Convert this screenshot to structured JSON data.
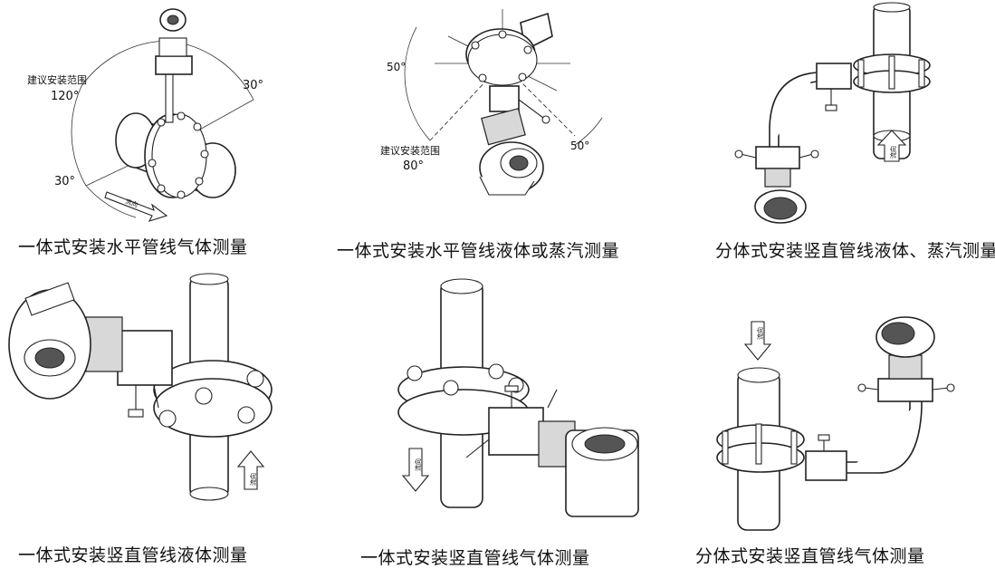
{
  "captions": [
    "一体式安装水平管线气体测量",
    "一体式安装水平管线液体或蒸汽测量",
    "分体式安装竖直管线液体、蒸汽测量",
    "一体式安装竖直管线液体测量",
    "一体式安装竖直管线气体测量",
    "分体式安装竖直管线气体测量"
  ],
  "panel1": {
    "range_label": "建议安装范围",
    "range_value": "120°",
    "angle_top": "30°",
    "angle_bottom": "30°",
    "flow_label": "流向"
  },
  "panel2": {
    "angle_left": "50°",
    "angle_right": "50°",
    "range_label": "建议安装范围",
    "range_value": "80°"
  },
  "panel3": {
    "flow_label": "流向"
  },
  "panel4": {
    "flow_label": "流向"
  },
  "panel5": {
    "flow_label": "流向"
  },
  "panel6": {
    "flow_label": "流向"
  }
}
